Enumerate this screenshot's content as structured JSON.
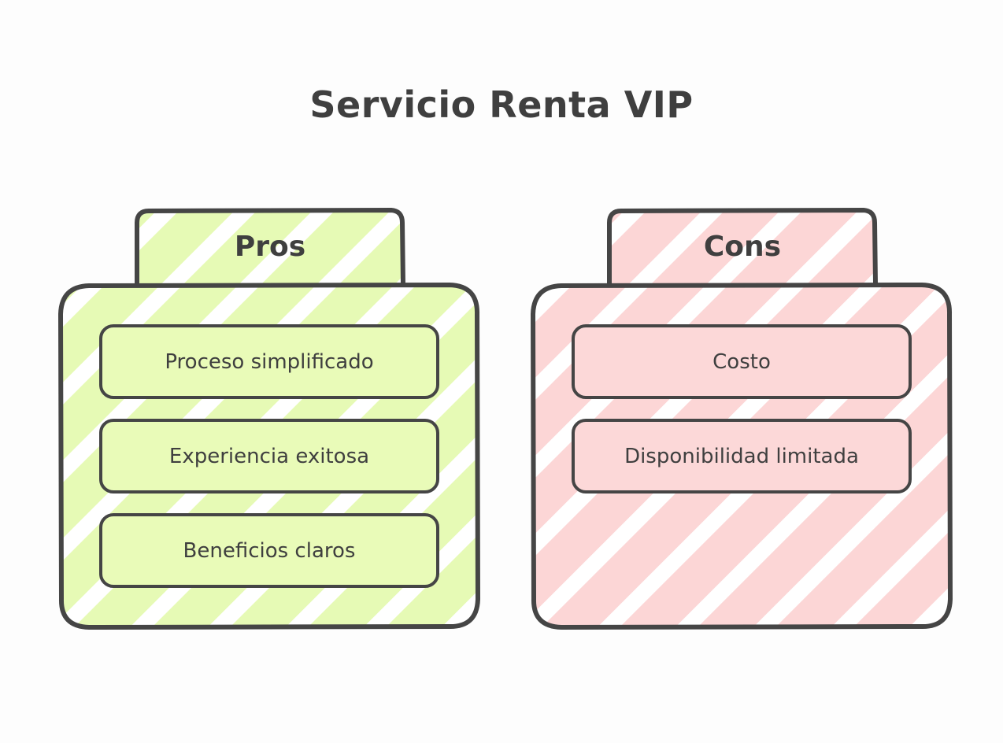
{
  "title": "Servicio Renta VIP",
  "colors": {
    "pros_fill": "#e9fbb8",
    "cons_fill": "#fcd8d8",
    "stroke": "#454545",
    "text": "#3f3f3f"
  },
  "pros": {
    "label": "Pros",
    "items": [
      "Proceso simplificado",
      "Experiencia exitosa",
      "Beneficios claros"
    ]
  },
  "cons": {
    "label": "Cons",
    "items": [
      "Costo",
      "Disponibilidad limitada"
    ]
  }
}
